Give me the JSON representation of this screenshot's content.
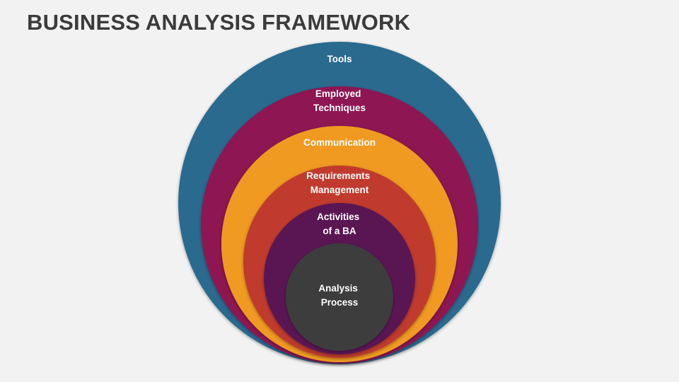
{
  "title": "BUSINESS ANALYSIS FRAMEWORK",
  "rings": [
    {
      "lines": [
        "Tools"
      ],
      "color": "#2a6a8f"
    },
    {
      "lines": [
        "Employed",
        "Techniques"
      ],
      "color": "#8e1753"
    },
    {
      "lines": [
        "Communication"
      ],
      "color": "#f09a24"
    },
    {
      "lines": [
        "Requirements",
        "Management"
      ],
      "color": "#c03a2f"
    },
    {
      "lines": [
        "Activities",
        "of a BA"
      ],
      "color": "#5a1753"
    },
    {
      "lines": [
        "Analysis",
        "Process"
      ],
      "color": "#3e3e3e"
    }
  ]
}
